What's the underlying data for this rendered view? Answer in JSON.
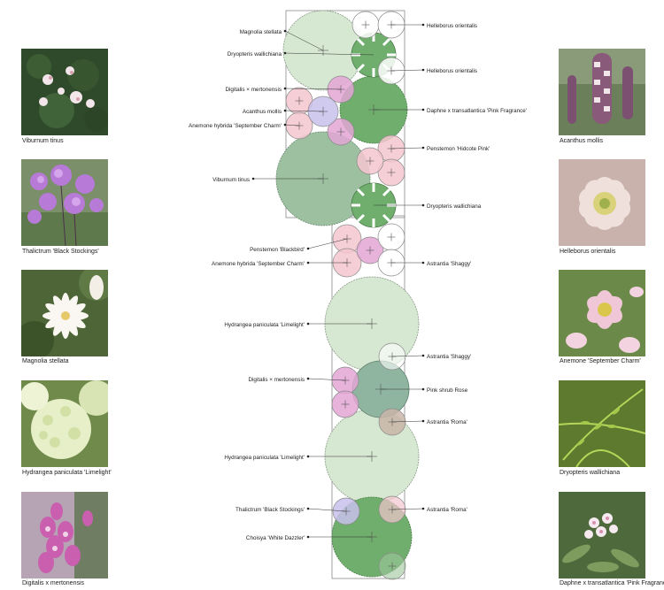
{
  "colors": {
    "light_green": "#d7e8d2",
    "mid_green": "#9cc69a",
    "dark_green": "#6fae6c",
    "teal_green": "#8fb5a0",
    "pink": "#f4c6cf",
    "magenta": "#e3a6d5",
    "lavender": "#c9c1ec",
    "white_plant": "#ffffff",
    "taupe": "#c9b5a8"
  },
  "left_photos": [
    {
      "caption": "Viburnum tinus",
      "icon": "viburnum-flower-photo"
    },
    {
      "caption": "Thalictrum 'Black Stockings'",
      "icon": "thalictrum-flower-photo"
    },
    {
      "caption": "Magnolia stellata",
      "icon": "magnolia-flower-photo"
    },
    {
      "caption": "Hydrangea paniculata 'Limelight'",
      "icon": "hydrangea-flower-photo"
    },
    {
      "caption": "Digitalis x mertonensis",
      "icon": "digitalis-flower-photo"
    }
  ],
  "right_photos": [
    {
      "caption": "Acanthus mollis",
      "icon": "acanthus-flower-photo"
    },
    {
      "caption": "Helleborus orientalis",
      "icon": "helleborus-flower-photo"
    },
    {
      "caption": "Anemone 'September Charm'",
      "icon": "anemone-flower-photo"
    },
    {
      "caption": "Dryopteris wallichiana",
      "icon": "fern-photo"
    },
    {
      "caption": "Daphne x transatlantica 'Pink Fragrance'",
      "icon": "daphne-flower-photo"
    }
  ],
  "plan_labels": {
    "left": [
      "Magnolia stellata",
      "Dryopteris wallichiana",
      "Digitalis × mertonensis",
      "Acanthus mollis",
      "Anemone hybrida 'September Charm'",
      "Viburnum tinus",
      "Penstemon 'Blackbird'",
      "Anemone hybrida 'September Charm'",
      "Hydrangea paniculata 'Limelight'",
      "Digitalis × mertonensis",
      "Hydrangea paniculata 'Limelight'",
      "Thalictrum 'Black Stockings'",
      "Choisya 'White Dazzler'"
    ],
    "right": [
      "Helleborus orientalis",
      "Helleborus orientalis",
      "Daphne x transatlantica 'Pink Fragrance'",
      "Penstemon 'Hidcote Pink'",
      "Dryopteris wallichiana",
      "Astrantia 'Shaggy'",
      "Astrantia 'Shaggy'",
      "Pink shrub Rose",
      "Astrantia 'Roma'",
      "Astrantia 'Roma'"
    ]
  }
}
